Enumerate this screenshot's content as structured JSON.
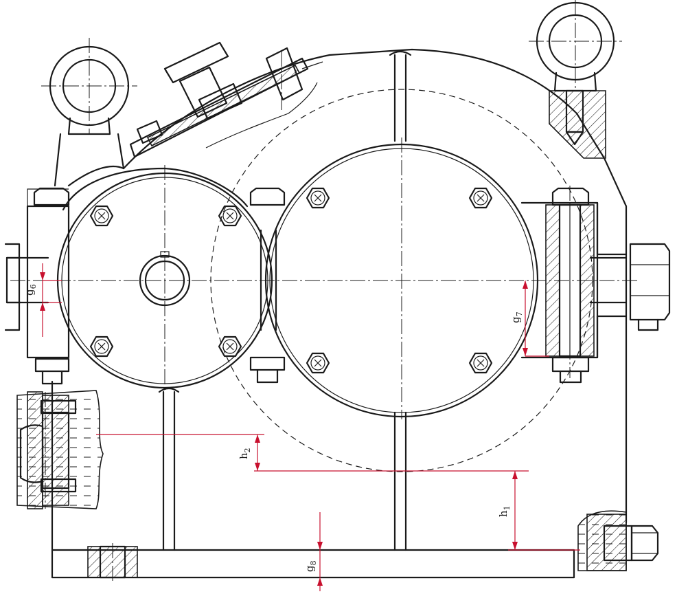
{
  "labels": {
    "g6": {
      "main": "g",
      "sub": "6"
    },
    "g7": {
      "main": "g",
      "sub": "7"
    },
    "g8": {
      "main": "g",
      "sub": "8"
    },
    "h1": {
      "main": "h",
      "sub": "1"
    },
    "h2": {
      "main": "h",
      "sub": "2"
    }
  },
  "colors": {
    "line": "#1a1a1a",
    "dimension": "#c8102e",
    "paper": "#ffffff"
  }
}
